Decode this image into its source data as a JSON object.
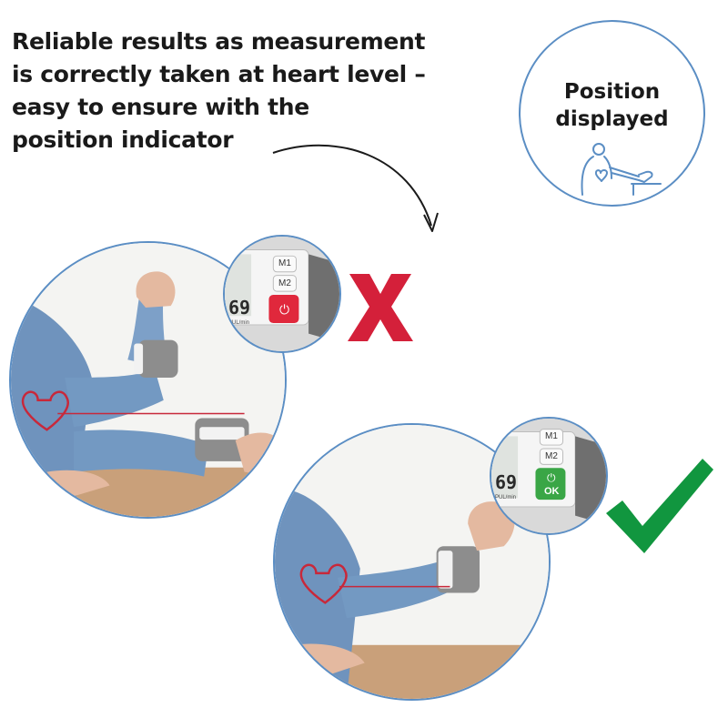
{
  "headline": {
    "lines": [
      "Reliable results as measurement",
      "is correctly taken at heart level –",
      "easy to ensure with the",
      "position indicator"
    ]
  },
  "position_badge": {
    "lines": [
      "Position",
      "displayed"
    ],
    "icon": "person-arm-at-heart-level-icon"
  },
  "device_wrong": {
    "button_symbol": "⏻",
    "button_color": "#e0283c",
    "memory_1": "M1",
    "memory_2": "M2",
    "pulse_value": "69",
    "pulse_unit": "PUL/min"
  },
  "device_right": {
    "button_symbol": "⏻",
    "button_label": "OK",
    "button_color": "#3aa646",
    "memory_1": "M1",
    "memory_2": "M2",
    "pulse_value": "69",
    "pulse_unit": "PUL/min"
  },
  "colors": {
    "accent_blue": "#5b8ec4",
    "wrong_red": "#d4203a",
    "right_green": "#11963f",
    "heart_red": "#c8283a"
  }
}
